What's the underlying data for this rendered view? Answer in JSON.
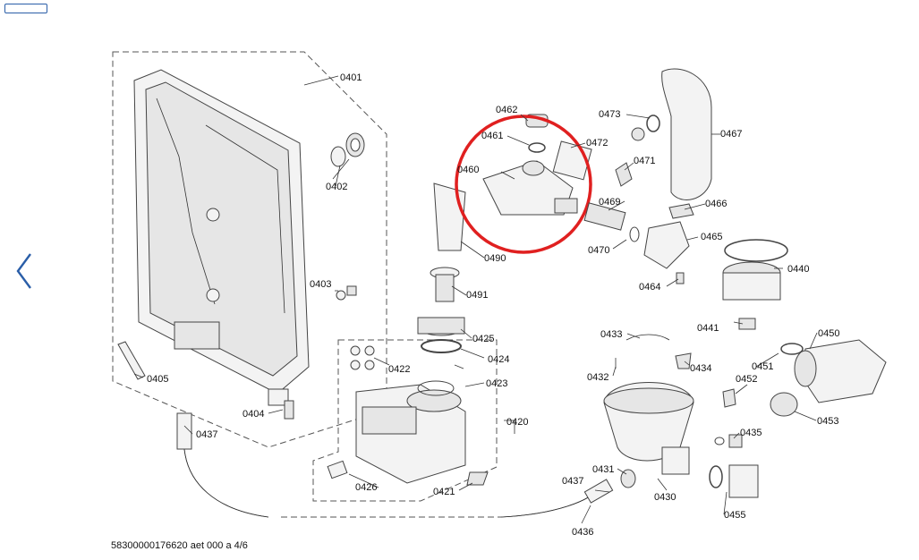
{
  "nav": {
    "prev_icon": "chevron-left-icon"
  },
  "colors": {
    "accent": "#2a5ea8",
    "highlight": "#e02020",
    "line": "#444444"
  },
  "labels": {
    "p0401": "0401",
    "p0402": "0402",
    "p0403": "0403",
    "p0404": "0404",
    "p0405": "0405",
    "p0420": "0420",
    "p0421": "0421",
    "p0422": "0422",
    "p0423": "0423",
    "p0424": "0424",
    "p0425": "0425",
    "p0426": "0426",
    "p0430": "0430",
    "p0431": "0431",
    "p0432": "0432",
    "p0433": "0433",
    "p0434": "0434",
    "p0435": "0435",
    "p0436": "0436",
    "p0437a": "0437",
    "p0437b": "0437",
    "p0440": "0440",
    "p0441": "0441",
    "p0450": "0450",
    "p0451": "0451",
    "p0452": "0452",
    "p0453": "0453",
    "p0455": "0455",
    "p0460": "0460",
    "p0461": "0461",
    "p0462": "0462",
    "p0464": "0464",
    "p0465": "0465",
    "p0466": "0466",
    "p0467": "0467",
    "p0469": "0469",
    "p0470": "0470",
    "p0471": "0471",
    "p0472": "0472",
    "p0473": "0473",
    "p0490": "0490",
    "p0491": "0491"
  },
  "footer": {
    "reference": "58300000176620 aet 000 a 4/6"
  }
}
